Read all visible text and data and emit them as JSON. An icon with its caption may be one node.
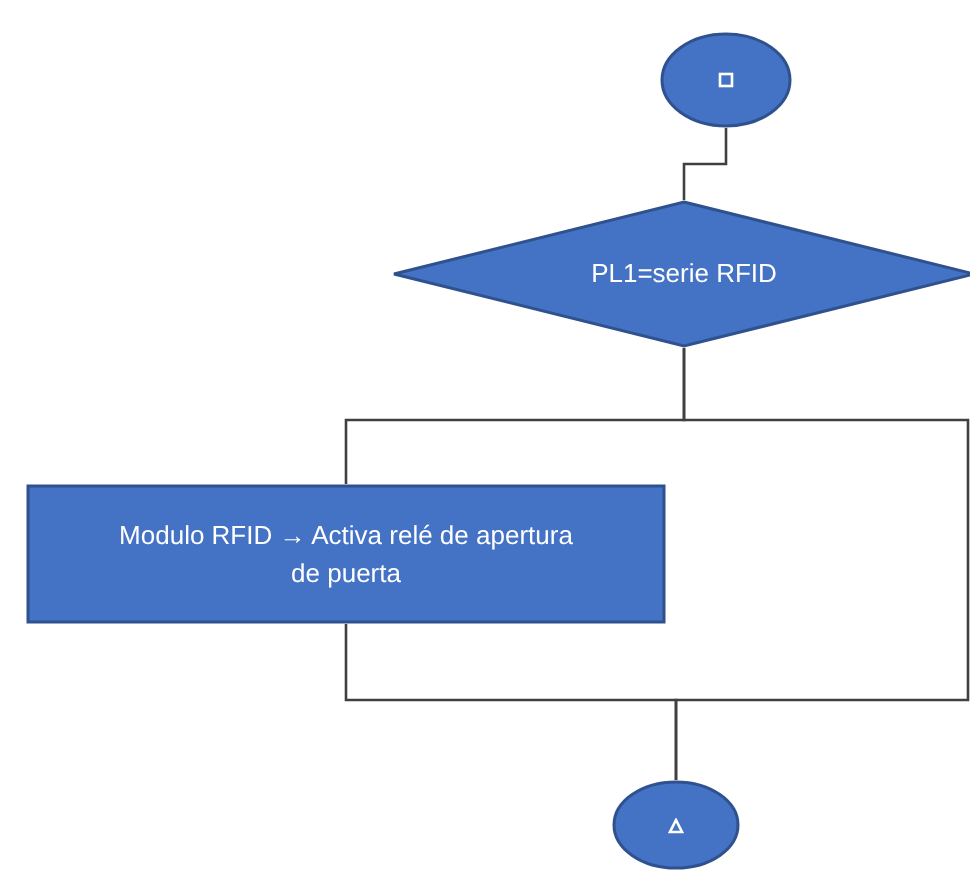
{
  "diagram": {
    "nodes": [
      {
        "text": [],
        "shape": "circle"
      },
      {
        "text": [
          "PL1=serie RFID"
        ]
      },
      {
        "text": [
          "Modulo RFID → Activa relé de apertura de puerta"
        ]
      },
      {
        "text": [],
        "shape": "circle"
      }
    ],
    "edges": [
      {
        "from": 0,
        "to": 1,
        "arrow": "none"
      },
      {
        "from": 1,
        "to": 2,
        "arrow": "none"
      },
      {
        "from": 2,
        "to": 3,
        "arrow": "none"
      },
      {
        "from": 1,
        "to": 3,
        "arrow": "none"
      }
    ]
  }
}
